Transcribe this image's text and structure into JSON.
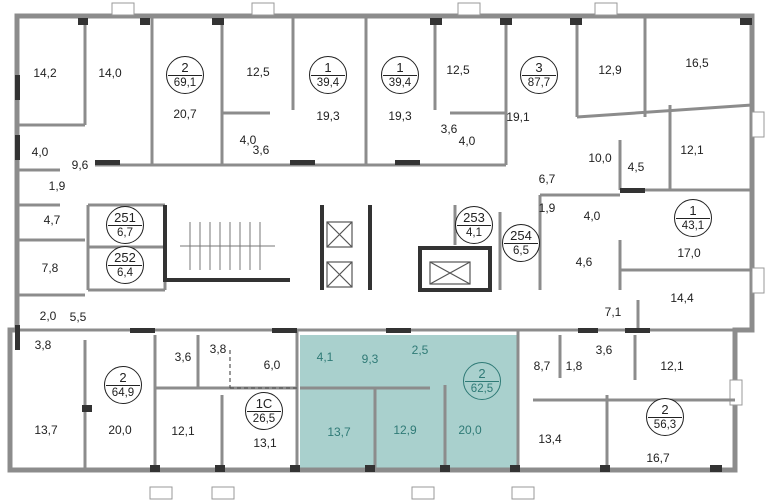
{
  "colors": {
    "wall": "#8c8c8c",
    "column": "#333333",
    "highlight": "#a9d0cd",
    "highlight_text": "#2f7a76"
  },
  "apartments": [
    {
      "rooms": "2",
      "area": "69,1"
    },
    {
      "rooms": "1",
      "area": "39,4"
    },
    {
      "rooms": "1",
      "area": "39,4"
    },
    {
      "rooms": "3",
      "area": "87,7"
    },
    {
      "rooms": "1",
      "area": "43,1"
    },
    {
      "rooms": "2",
      "area": "64,9"
    },
    {
      "rooms": "1С",
      "area": "26,5"
    },
    {
      "rooms": "2",
      "area": "62,5",
      "highlighted": true
    },
    {
      "rooms": "2",
      "area": "56,3"
    }
  ],
  "storage": [
    {
      "number": "251",
      "area": "6,7"
    },
    {
      "number": "252",
      "area": "6,4"
    },
    {
      "number": "253",
      "area": "4,1"
    },
    {
      "number": "254",
      "area": "6,5"
    }
  ],
  "rooms": [
    "14,2",
    "14,0",
    "20,7",
    "12,5",
    "19,3",
    "4,0",
    "3,6",
    "4,0",
    "9,6",
    "1,9",
    "4,7",
    "7,8",
    "2,0",
    "5,5",
    "3,8",
    "13,7",
    "20,0",
    "12,1",
    "3,6",
    "3,8",
    "6,0",
    "13,1",
    "4,1",
    "9,3",
    "2,5",
    "13,7",
    "12,9",
    "20,0",
    "8,7",
    "1,8",
    "3,6",
    "13,4",
    "12,1",
    "16,7",
    "14,4",
    "7,1",
    "4,6",
    "1,9",
    "4,0",
    "17,0",
    "6,7",
    "10,0",
    "4,5",
    "12,1",
    "16,5",
    "12,9",
    "19,1",
    "12,5",
    "4,0",
    "3,6",
    "19,3"
  ]
}
